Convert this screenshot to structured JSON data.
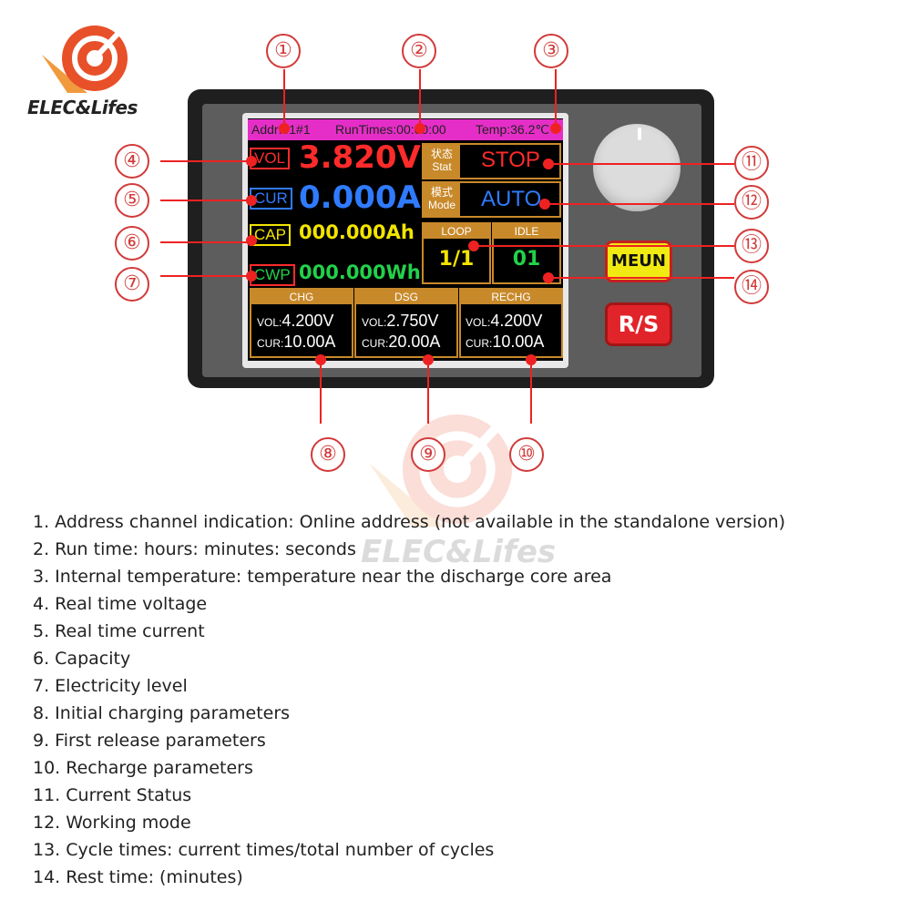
{
  "brand": {
    "name": "ELEC&Lifes",
    "primary_color": "#e8502a",
    "accent_color": "#f19a3d"
  },
  "device": {
    "topbar": {
      "addr": "Addr:01#1",
      "runtime": "RunTimes:00:00:00",
      "temp": "Temp:36.2℃"
    },
    "readings": {
      "vol": {
        "tag": "VOL",
        "value": "3.820V",
        "color": "#ff2b2b"
      },
      "cur": {
        "tag": "CUR",
        "value": "0.000A",
        "color": "#2f7bff"
      },
      "cap": {
        "tag": "CAP",
        "value": "000.000Ah",
        "color": "#f2e400"
      },
      "cwp": {
        "tag": "CWP",
        "value": "000.000Wh",
        "color": "#22d14a"
      }
    },
    "status": {
      "label_cn": "状态",
      "label_en": "Stat",
      "value": "STOP"
    },
    "mode": {
      "label_cn": "模式",
      "label_en": "Mode",
      "value": "AUTO"
    },
    "loop": {
      "label": "LOOP",
      "value": "1/1"
    },
    "idle": {
      "label": "IDLE",
      "value": "01"
    },
    "params": [
      {
        "label": "CHG",
        "vol_key": "VOL:",
        "vol": "4.200V",
        "cur_key": "CUR:",
        "cur": "10.00A"
      },
      {
        "label": "DSG",
        "vol_key": "VOL:",
        "vol": "2.750V",
        "cur_key": "CUR:",
        "cur": "20.00A"
      },
      {
        "label": "RECHG",
        "vol_key": "VOL:",
        "vol": "4.200V",
        "cur_key": "CUR:",
        "cur": "10.00A"
      }
    ],
    "buttons": {
      "menu": "MEUN",
      "run_stop": "R/S"
    }
  },
  "callouts": [
    "①",
    "②",
    "③",
    "④",
    "⑤",
    "⑥",
    "⑦",
    "⑧",
    "⑨",
    "⑩",
    "⑪",
    "⑫",
    "⑬",
    "⑭"
  ],
  "legend": [
    "1. Address channel indication: Online address (not available in the standalone version)",
    "2. Run time: hours: minutes: seconds",
    "3. Internal temperature: temperature near the discharge core area",
    "4. Real time voltage",
    "5. Real time current",
    "6. Capacity",
    "7. Electricity level",
    "8. Initial charging parameters",
    "9. First release parameters",
    "10. Recharge parameters",
    "11. Current Status",
    "12. Working mode",
    "13. Cycle times: current times/total number of cycles",
    "14. Rest time: (minutes)"
  ]
}
